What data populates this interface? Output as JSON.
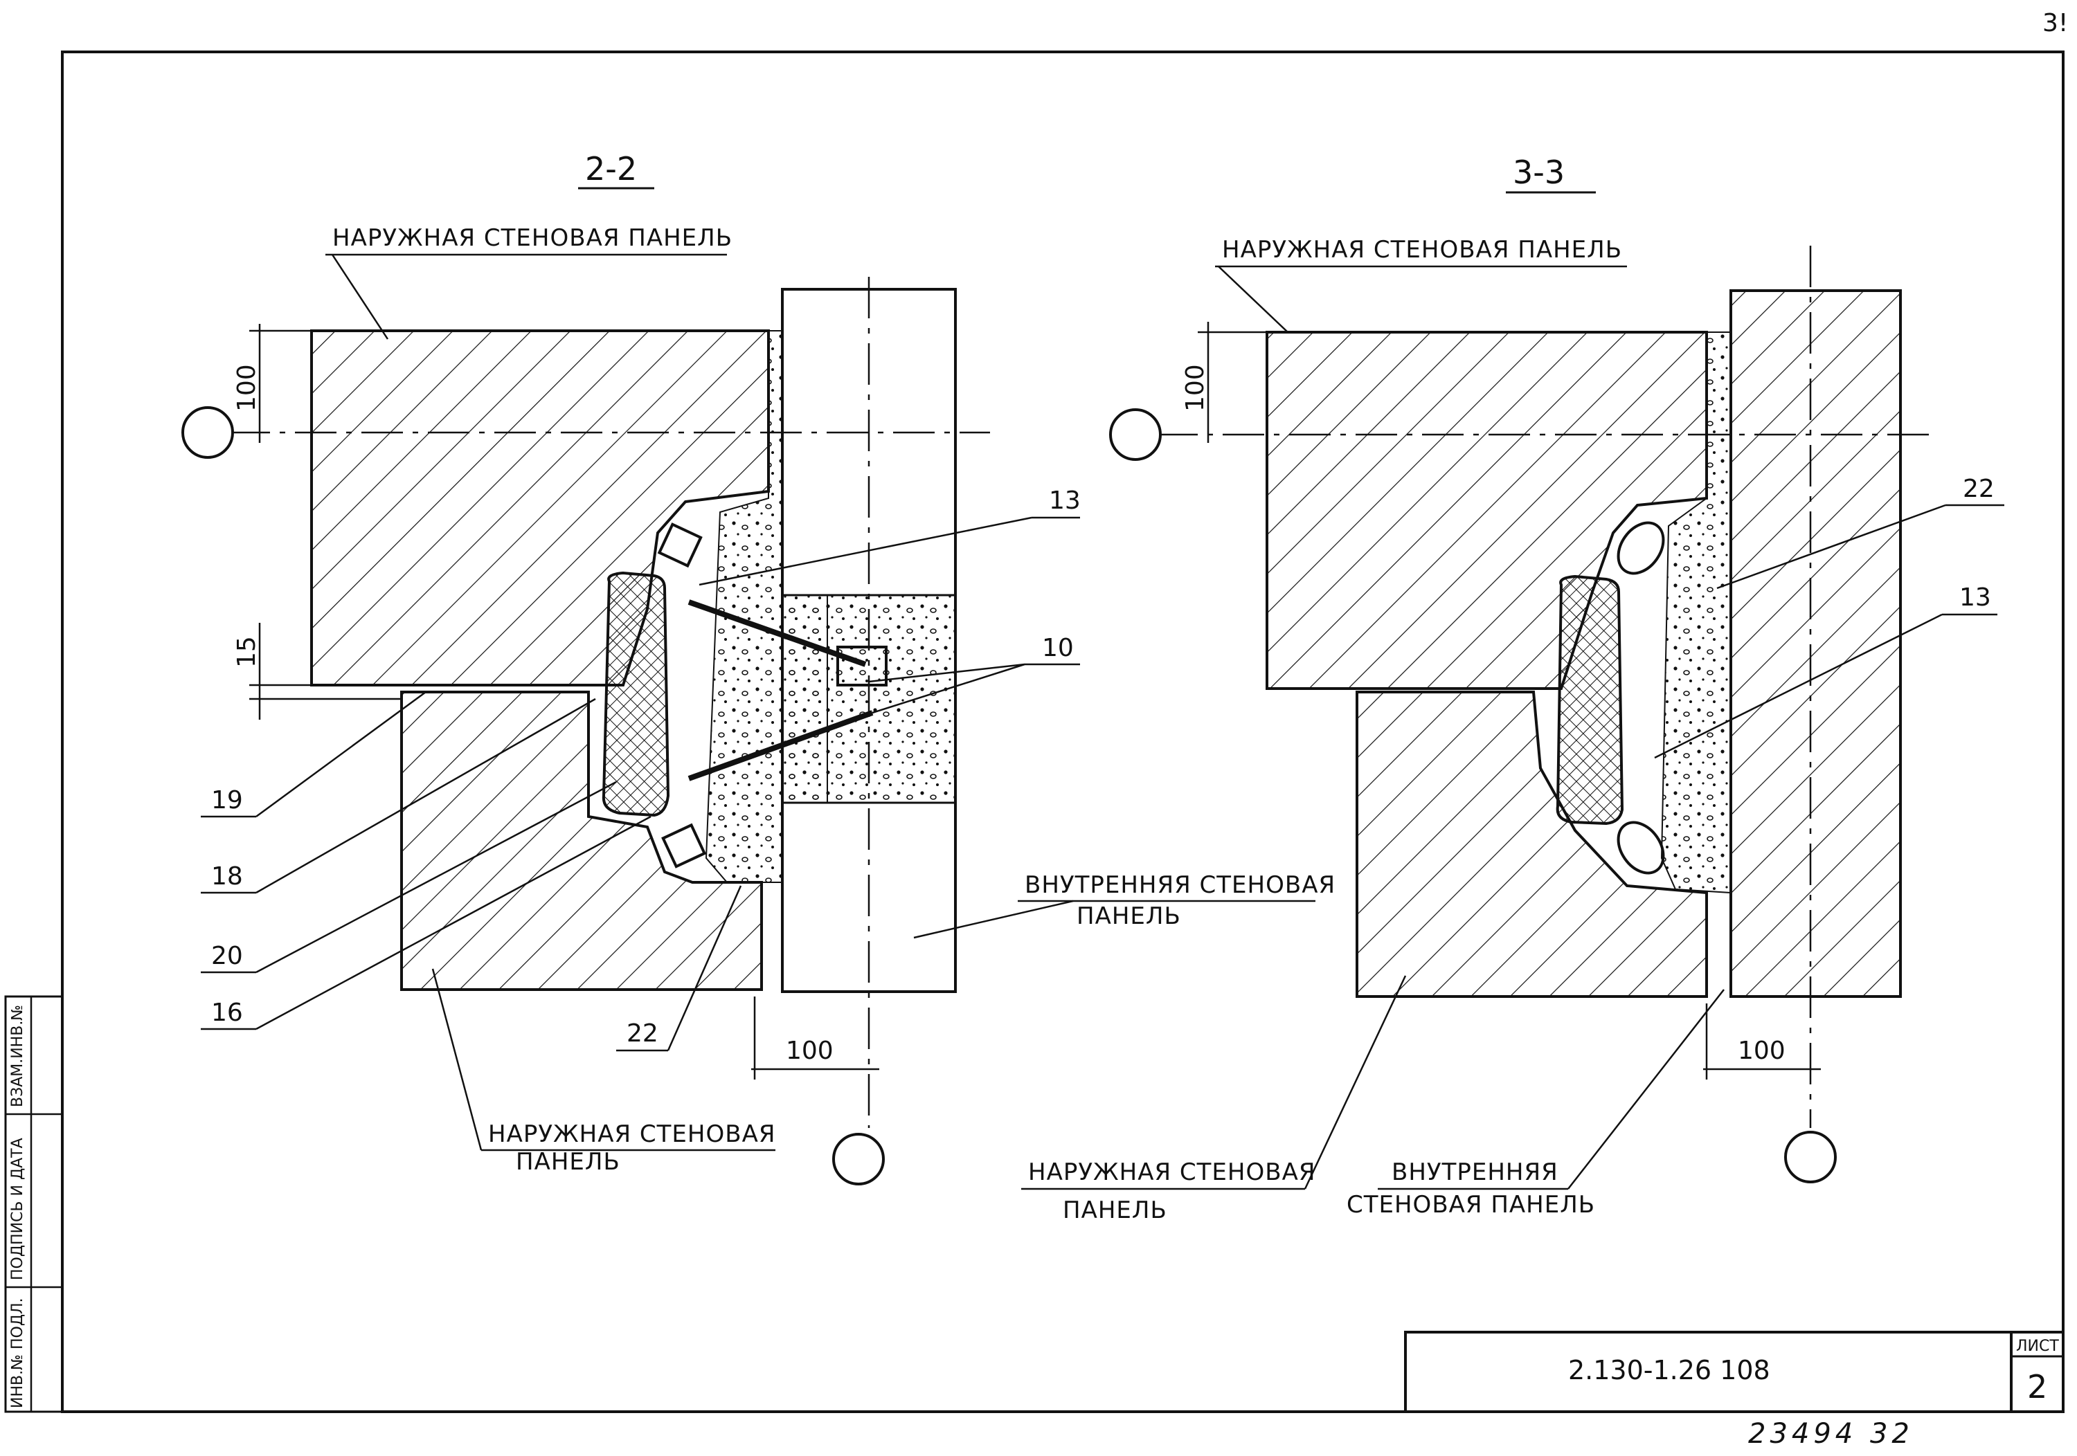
{
  "sheet_corner_mark": "3!",
  "sections": [
    {
      "id": "2-2",
      "title": "2-2",
      "label_outer_top": "НАРУЖНАЯ СТЕНОВАЯ ПАНЕЛЬ",
      "label_inner_l1": "ВНУТРЕННЯЯ СТЕНОВАЯ",
      "label_inner_l2": "ПАНЕЛЬ",
      "label_outer_bottom_l1": "НАРУЖНАЯ СТЕНОВАЯ",
      "label_outer_bottom_l2": "ПАНЕЛЬ",
      "dim_top": "100",
      "dim_gap": "15",
      "dim_bottom": "100",
      "callouts": [
        "13",
        "10",
        "19",
        "18",
        "20",
        "16",
        "22"
      ]
    },
    {
      "id": "3-3",
      "title": "3-3",
      "label_outer_top": "НАРУЖНАЯ СТЕНОВАЯ ПАНЕЛЬ",
      "label_outer_bottom_l1": "НАРУЖНАЯ СТЕНОВАЯ",
      "label_outer_bottom_l2": "ПАНЕЛЬ",
      "label_inner_l1": "ВНУТРЕННЯЯ",
      "label_inner_l2": "СТЕНОВАЯ ПАНЕЛЬ",
      "dim_top": "100",
      "dim_bottom": "100",
      "callouts": [
        "22",
        "13"
      ]
    }
  ],
  "side_stamp": {
    "col1": "ИНВ.№ ПОДЛ.",
    "col2": "ПОДПИСЬ И ДАТА",
    "col3": "ВЗАМ.ИНВ.№"
  },
  "title_block": {
    "code": "2.130-1.26 108",
    "sheet_label": "ЛИСТ",
    "sheet_number": "2"
  },
  "bottom_stamp": "23494 32"
}
